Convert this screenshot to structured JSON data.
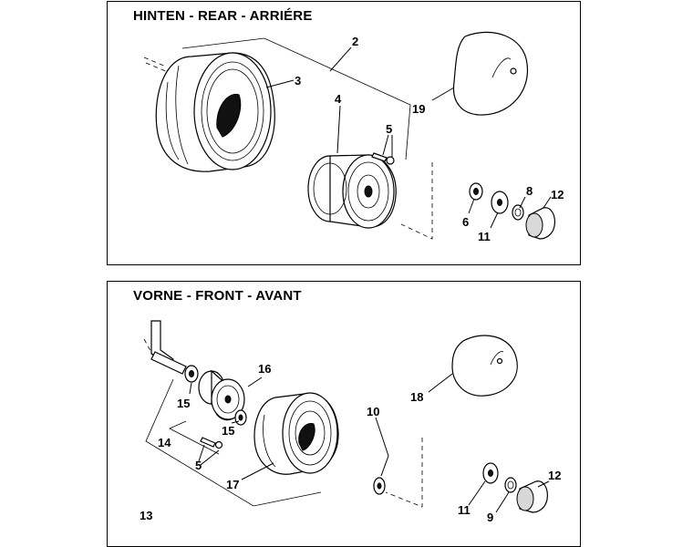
{
  "rear": {
    "title": "HINTEN - REAR - ARRIÉRE",
    "callouts": {
      "c2": "2",
      "c3": "3",
      "c4": "4",
      "c5": "5",
      "c19": "19",
      "c6": "6",
      "c11": "11",
      "c8": "8",
      "c12": "12"
    }
  },
  "front": {
    "title": "VORNE - FRONT - AVANT",
    "callouts": {
      "c16": "16",
      "c15a": "15",
      "c15b": "15",
      "c14": "14",
      "c5": "5",
      "c13": "13",
      "c17": "17",
      "c18": "18",
      "c10": "10",
      "c11": "11",
      "c9": "9",
      "c12": "12"
    }
  }
}
